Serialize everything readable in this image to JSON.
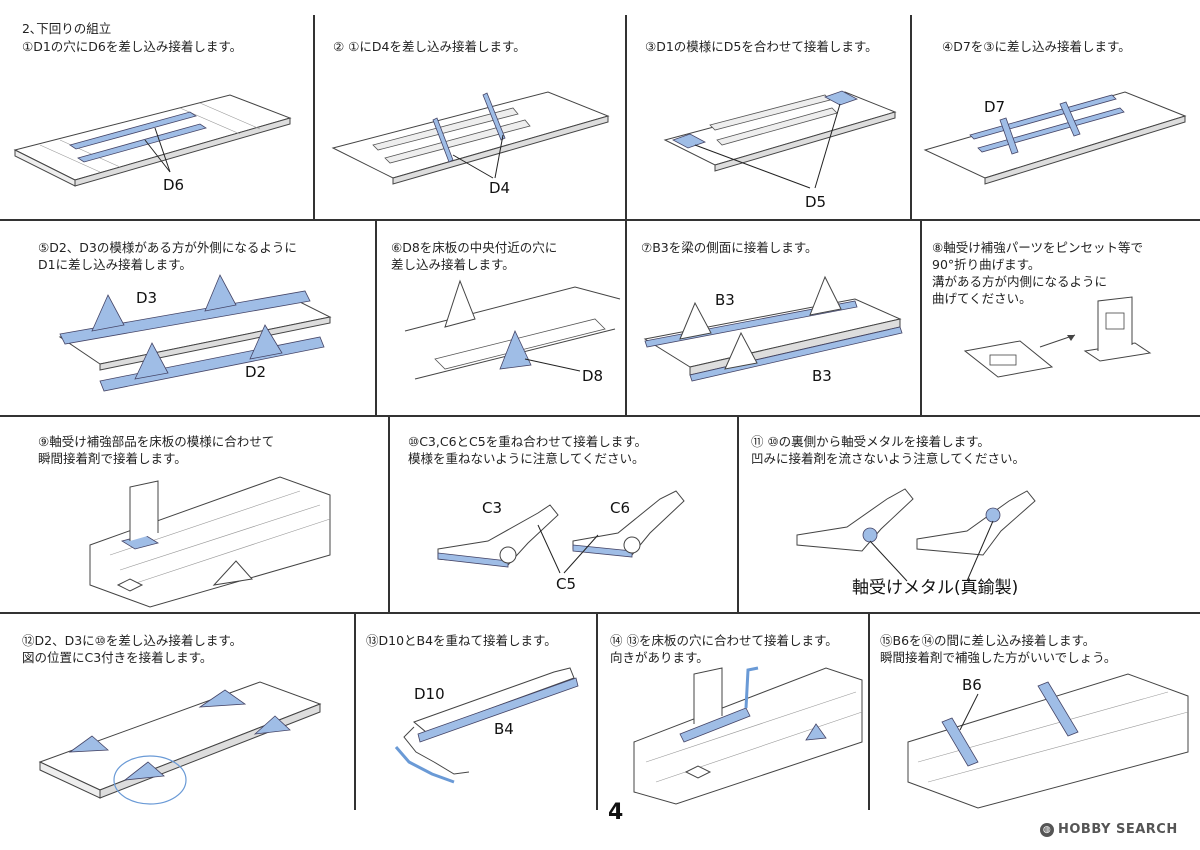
{
  "section_title": "2､下回りの組立",
  "page_number": "4",
  "brand": "HOBBY SEARCH",
  "colors": {
    "part_highlight": "#9fbde6",
    "line": "#333333"
  },
  "steps": [
    {
      "id": "1",
      "text": "①D1の穴にD6を差し込み接着します。",
      "labels": [
        "D6"
      ]
    },
    {
      "id": "2",
      "text": "② ①にD4を差し込み接着します。",
      "labels": [
        "D4"
      ]
    },
    {
      "id": "3",
      "text": "③D1の模様にD5を合わせて接着します。",
      "labels": [
        "D5"
      ]
    },
    {
      "id": "4",
      "text": "④D7を③に差し込み接着します。",
      "labels": [
        "D7"
      ]
    },
    {
      "id": "5",
      "text": "⑤D2、D3の模様がある方が外側になるように\nD1に差し込み接着します。",
      "labels": [
        "D3",
        "D2"
      ]
    },
    {
      "id": "6",
      "text": "⑥D8を床板の中央付近の穴に\n差し込み接着します。",
      "labels": [
        "D8"
      ]
    },
    {
      "id": "7",
      "text": "⑦B3を梁の側面に接着します。",
      "labels": [
        "B3",
        "B3"
      ]
    },
    {
      "id": "8",
      "text": "⑧軸受け補強パーツをピンセット等で\n90°折り曲げます。\n溝がある方が内側になるように\n曲げてください。",
      "labels": []
    },
    {
      "id": "9",
      "text": "⑨軸受け補強部品を床板の模様に合わせて\n瞬間接着剤で接着します。",
      "labels": []
    },
    {
      "id": "10",
      "text": "⑩C3,C6とC5を重ね合わせて接着します。\n模様を重ねないように注意してください。",
      "labels": [
        "C3",
        "C6",
        "C5"
      ]
    },
    {
      "id": "11",
      "text": "⑪ ⑩の裏側から軸受メタルを接着します。\n凹みに接着剤を流さないよう注意してください。",
      "labels": [
        "軸受けメタル(真鍮製)"
      ]
    },
    {
      "id": "12",
      "text": "⑫D2、D3に⑩を差し込み接着します。\n図の位置にC3付きを接着します。",
      "labels": []
    },
    {
      "id": "13",
      "text": "⑬D10とB4を重ねて接着します。",
      "labels": [
        "D10",
        "B4"
      ]
    },
    {
      "id": "14",
      "text": "⑭ ⑬を床板の穴に合わせて接着します。\n向きがあります。",
      "labels": []
    },
    {
      "id": "15",
      "text": "⑮B6を⑭の間に差し込み接着します。\n瞬間接着剤で補強した方がいいでしょう。",
      "labels": [
        "B6"
      ]
    }
  ]
}
